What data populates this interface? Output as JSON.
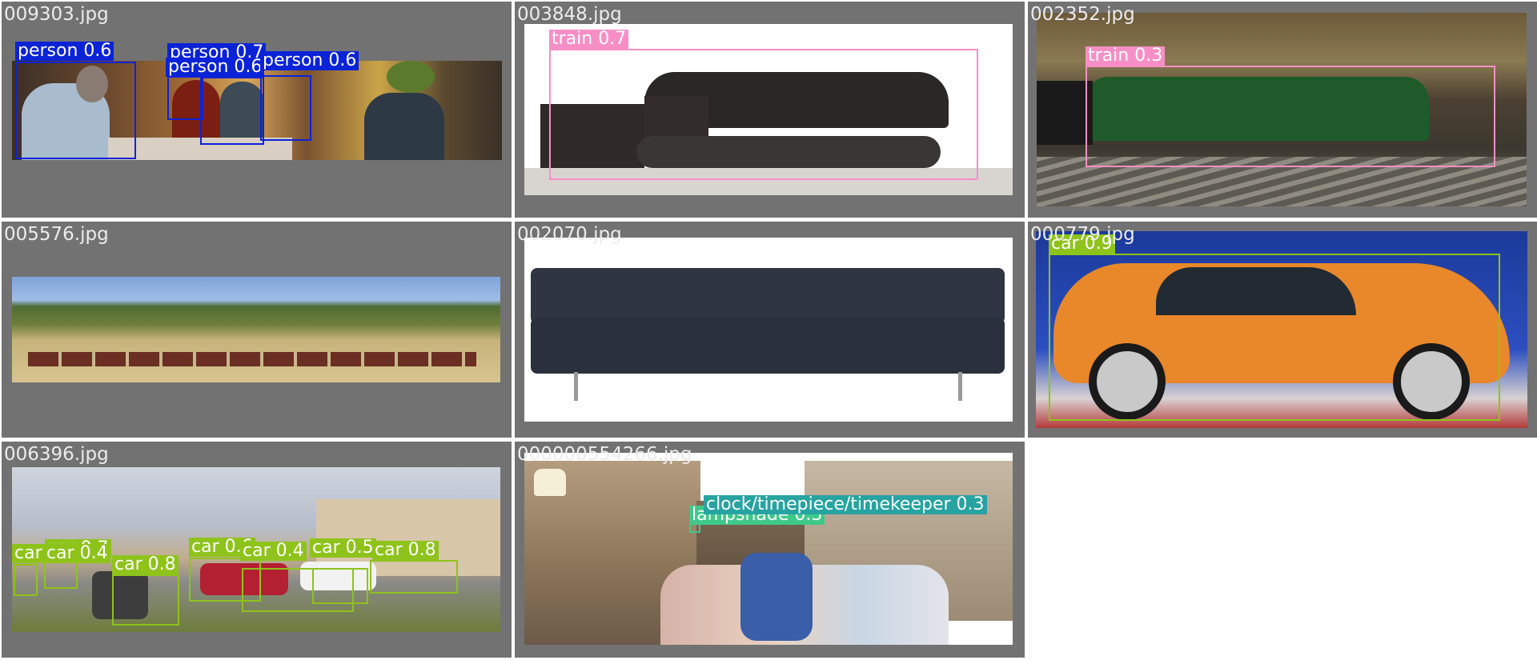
{
  "colors": {
    "tile_bg": "#727272",
    "person": "#0b23d6",
    "train": "#f78fc6",
    "car": "#8ec31b",
    "lampshade": "#3ec98a",
    "clock": "#27a3a1"
  },
  "tiles": [
    {
      "filename": "009303.jpg",
      "detections": [
        {
          "label": "person 0.6",
          "class": "person"
        },
        {
          "label": "person 0.7",
          "class": "person"
        },
        {
          "label": "person 0.6",
          "class": "person"
        },
        {
          "label": "person 0.6",
          "class": "person"
        }
      ]
    },
    {
      "filename": "003848.jpg",
      "detections": [
        {
          "label": "train 0.7",
          "class": "train"
        }
      ]
    },
    {
      "filename": "002352.jpg",
      "detections": [
        {
          "label": "train 0.3",
          "class": "train"
        }
      ]
    },
    {
      "filename": "005576.jpg",
      "detections": []
    },
    {
      "filename": "002070.jpg",
      "detections": []
    },
    {
      "filename": "000779.jpg",
      "detections": [
        {
          "label": "car 0.9",
          "class": "car"
        }
      ]
    },
    {
      "filename": "006396.jpg",
      "detections": [
        {
          "label": "car 0.7",
          "class": "car"
        },
        {
          "label": "car 0.4",
          "class": "car"
        },
        {
          "label": "car 0.8",
          "class": "car"
        },
        {
          "label": "car 0.6",
          "class": "car"
        },
        {
          "label": "car 0.4",
          "class": "car"
        },
        {
          "label": "car 0.5",
          "class": "car"
        },
        {
          "label": "car 0.8",
          "class": "car"
        },
        {
          "label": "car",
          "class": "car"
        }
      ]
    },
    {
      "filename": "000000554266.jpg",
      "detections": [
        {
          "label": "lampshade 0.3",
          "class": "lampshade"
        },
        {
          "label": "clock/timepiece/timekeeper 0.3",
          "class": "clock"
        }
      ]
    }
  ]
}
